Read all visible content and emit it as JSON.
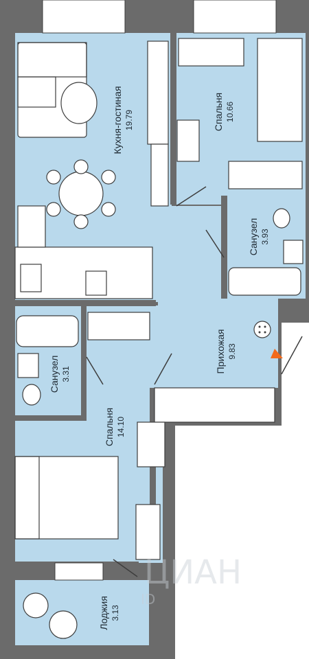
{
  "plan": {
    "wall_color": "#6b6b6b",
    "floor_color": "#b9d9ec",
    "furniture_color": "#ffffff",
    "line_color": "#3d3d3d",
    "door_arrow_color": "#f26a1b",
    "watermark_color": "#c9d0d6"
  },
  "rooms": {
    "kitchen": {
      "name": "Кухня-гостиная",
      "area": "19.79"
    },
    "bedroom_top": {
      "name": "Спальня",
      "area": "10.66"
    },
    "bathroom_top": {
      "name": "Санузел",
      "area": "3.93"
    },
    "hallway": {
      "name": "Прихожая",
      "area": "9.83"
    },
    "bathroom_left": {
      "name": "Санузел",
      "area": "3.31"
    },
    "bedroom_bottom": {
      "name": "Спальня",
      "area": "14.10"
    },
    "loggia": {
      "name": "Лоджия",
      "area": "3.13"
    }
  },
  "watermark": {
    "text": "ЦИАН",
    "small": "ID"
  },
  "icons": [
    "entrance-arrow-icon",
    "ceiling-light-icon"
  ]
}
